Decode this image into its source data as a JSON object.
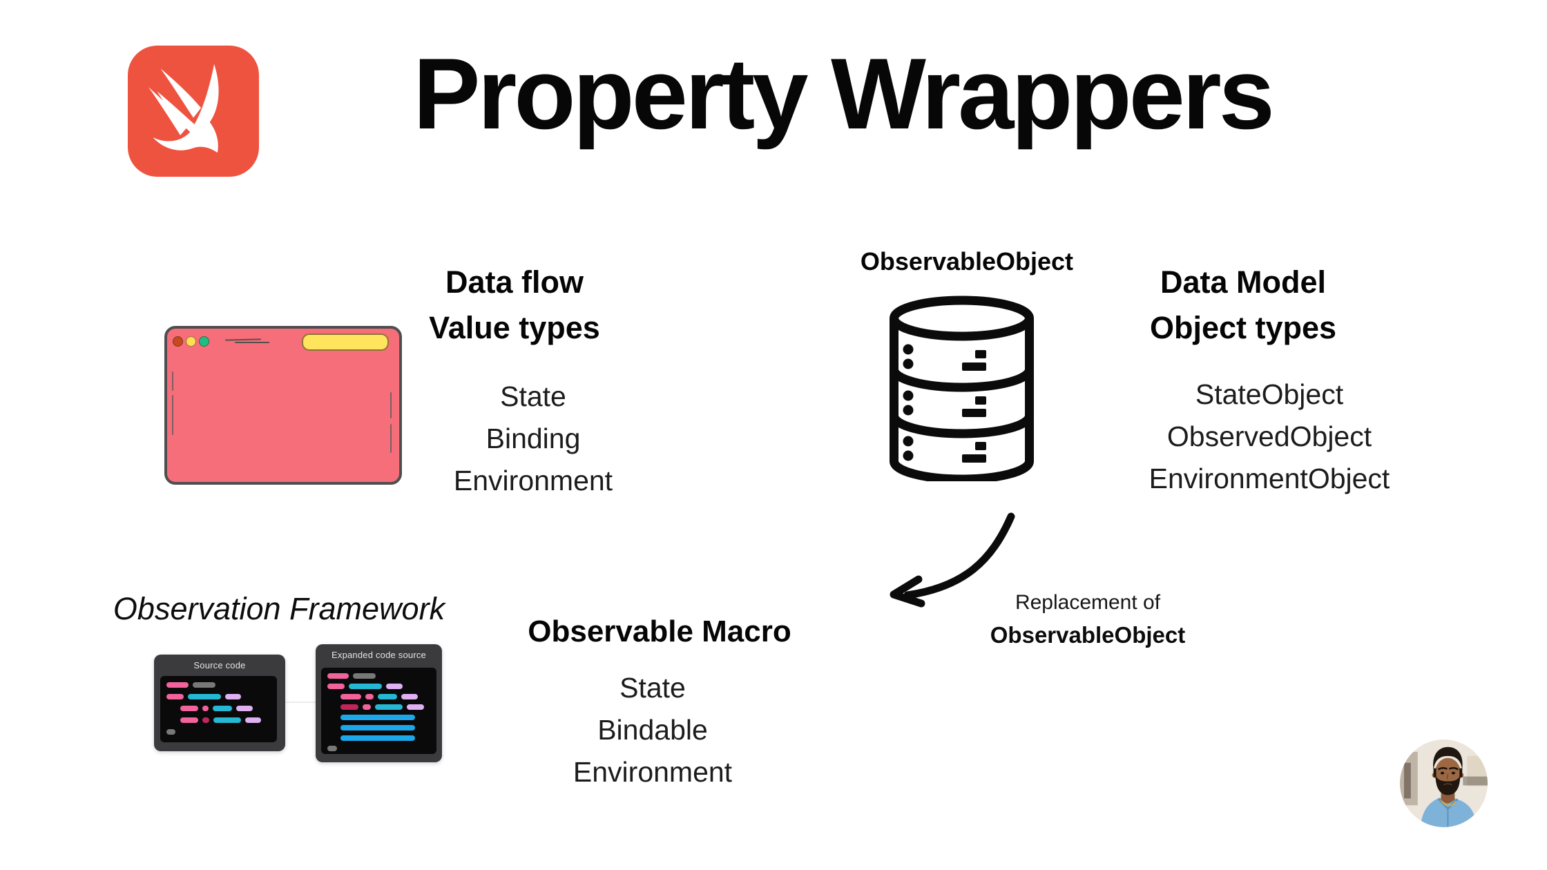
{
  "title": "Property Wrappers",
  "sections": {
    "value_types": {
      "heading1": "Data flow",
      "heading2": "Value types",
      "items": [
        "State",
        "Binding",
        "Environment"
      ]
    },
    "object_types": {
      "db_label": "ObservableObject",
      "heading1": "Data Model",
      "heading2": "Object types",
      "items": [
        "StateObject",
        "ObservedObject",
        "EnvironmentObject"
      ]
    },
    "replacement": {
      "line1": "Replacement of",
      "line2": "ObservableObject"
    },
    "observation": {
      "caption": "Observation Framework"
    },
    "observable_macro": {
      "heading": "Observable Macro",
      "items": [
        "State",
        "Bindable",
        "Environment"
      ]
    }
  },
  "code_cards": {
    "source": {
      "title": "Source code",
      "rows": [
        {
          "indent": 0,
          "bars": [
            {
              "c": "pink",
              "w": 32
            },
            {
              "c": "gray",
              "w": 33
            }
          ]
        },
        {
          "indent": 0,
          "bars": [
            {
              "c": "pink",
              "w": 25
            },
            {
              "c": "cyan",
              "w": 48
            },
            {
              "c": "lavender",
              "w": 23
            }
          ]
        },
        {
          "indent": 20,
          "bars": [
            {
              "c": "pink",
              "w": 26
            },
            {
              "c": "pink",
              "w": 9
            },
            {
              "c": "cyan",
              "w": 28
            },
            {
              "c": "lavender",
              "w": 24
            }
          ]
        },
        {
          "indent": 20,
          "bars": [
            {
              "c": "pink",
              "w": 26
            },
            {
              "c": "magenta",
              "w": 10
            },
            {
              "c": "cyan",
              "w": 40
            },
            {
              "c": "lavender",
              "w": 23
            }
          ]
        },
        {
          "indent": 0,
          "bars": [
            {
              "c": "gray",
              "w": 13
            }
          ]
        }
      ]
    },
    "expanded": {
      "title": "Expanded code source",
      "rows": [
        {
          "indent": 0,
          "bars": [
            {
              "c": "pink",
              "w": 31
            },
            {
              "c": "gray",
              "w": 33
            }
          ]
        },
        {
          "indent": 0,
          "bars": [
            {
              "c": "pink",
              "w": 25
            },
            {
              "c": "cyan",
              "w": 48
            },
            {
              "c": "lavender",
              "w": 24
            }
          ]
        },
        {
          "indent": 19,
          "bars": [
            {
              "c": "pink",
              "w": 30
            },
            {
              "c": "pink",
              "w": 12
            },
            {
              "c": "cyan",
              "w": 28
            },
            {
              "c": "lavender",
              "w": 24
            }
          ]
        },
        {
          "indent": 19,
          "bars": [
            {
              "c": "magenta",
              "w": 26
            },
            {
              "c": "pink",
              "w": 12
            },
            {
              "c": "cyan",
              "w": 40
            },
            {
              "c": "lavender",
              "w": 25
            }
          ]
        },
        {
          "indent": 19,
          "bars": [
            {
              "c": "blue",
              "w": 108
            }
          ]
        },
        {
          "indent": 19,
          "bars": [
            {
              "c": "blue",
              "w": 108
            }
          ]
        },
        {
          "indent": 19,
          "bars": [
            {
              "c": "blue",
              "w": 108
            }
          ]
        },
        {
          "indent": 0,
          "bars": [
            {
              "c": "gray",
              "w": 14
            }
          ]
        }
      ]
    }
  },
  "icons": {
    "swift_logo": "swift-bird-icon",
    "browser_window": "browser-window-illustration",
    "database": "database-icon",
    "curved_arrow": "curved-arrow-icon",
    "avatar": "author-avatar"
  },
  "colors": {
    "swift_orange": "#EE5340",
    "window_pink": "#F56E79",
    "window_border": "#4E4E50",
    "address_bar_yellow": "#FFE45E",
    "traffic_red": "#C8491D",
    "traffic_yellow": "#FFDD54",
    "traffic_green": "#1FBE83",
    "card_background": "#3B3B3E",
    "code_panel": "#0A0A0B",
    "bar_pink": "#F2639B",
    "bar_magenta": "#C2255C",
    "bar_cyan": "#25B8D4",
    "bar_blue": "#1BA7E8",
    "bar_lavender": "#DFB0F2",
    "bar_gray": "#787878",
    "text_black": "#070707"
  }
}
